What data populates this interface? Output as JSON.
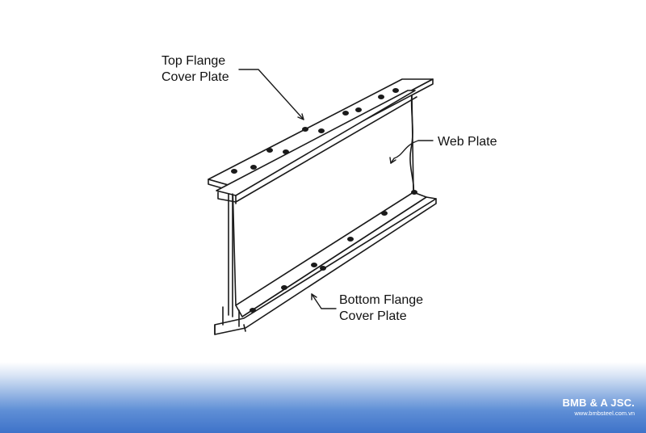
{
  "labels": {
    "top_flange": [
      "Top Flange",
      "Cover Plate"
    ],
    "web_plate": "Web Plate",
    "bottom_flange": [
      "Bottom Flange",
      "Cover Plate"
    ]
  },
  "watermark": {
    "name": "BMB & A JSC.",
    "url": "www.bmbsteel.com.vn"
  },
  "colors": {
    "line": "#1a1a1a",
    "footer_top": "#ffffff",
    "footer_bottom": "#3e73c9",
    "brand_text": "#ffffff"
  }
}
